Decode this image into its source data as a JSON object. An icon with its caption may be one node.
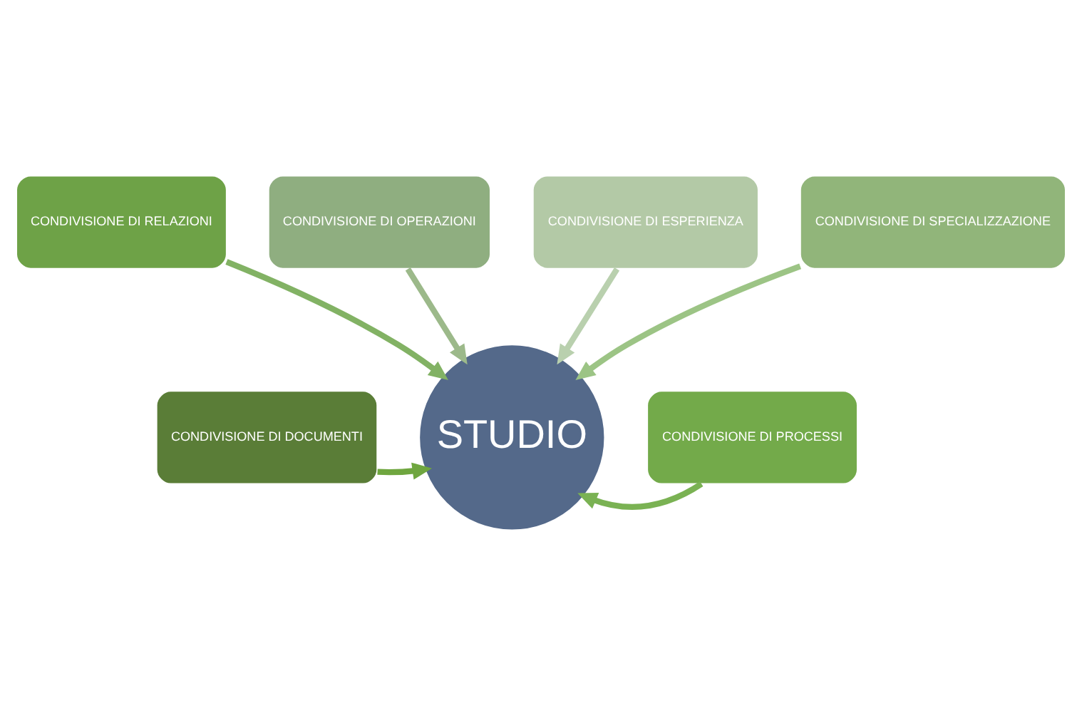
{
  "diagram": {
    "nodes": [
      {
        "text": [
          "CONDIVISIONE DI OPERAZIONI"
        ]
      },
      {
        "text": [
          "CONDIVISIONE DI ESPERIENZA"
        ]
      },
      {
        "text": [
          "CONDIVISIONE DI RELAZIONI"
        ]
      },
      {
        "text": [
          "CONDIVISIONE DI SPECIALIZZAZIONE"
        ]
      },
      {
        "text": [
          "CONDIVISIONE DI DOCUMENTI"
        ]
      },
      {
        "text": [
          "STUDIO"
        ]
      },
      {
        "text": [
          "CONDIVISIONE DI PROCESSI"
        ]
      }
    ],
    "edges": [
      {
        "from": 0,
        "to": 5,
        "arrow": "to",
        "color": "#9cb98a"
      },
      {
        "from": 1,
        "to": 5,
        "arrow": "to",
        "color": "#b9d0ae"
      },
      {
        "from": 2,
        "to": 5,
        "arrow": "to",
        "color": "#82b264"
      },
      {
        "from": 3,
        "to": 5,
        "arrow": "to",
        "color": "#9cc485"
      },
      {
        "from": 4,
        "to": 5,
        "arrow": "to",
        "color": "#6fa63f"
      },
      {
        "from": 6,
        "to": 5,
        "arrow": "to",
        "color": "#7ab253"
      }
    ]
  }
}
